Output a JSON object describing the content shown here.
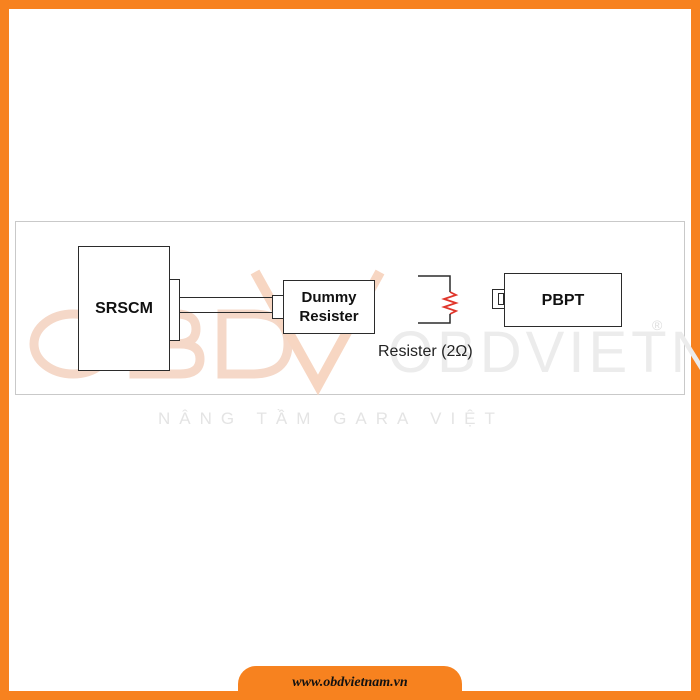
{
  "diagram": {
    "srscm_label": "SRSCM",
    "dummy_label_line1": "Dummy",
    "dummy_label_line2": "Resister",
    "resistor_caption": "Resister (2Ω)",
    "pbpt_label": "PBPT"
  },
  "watermark": {
    "brand": "OBDVIETNAM",
    "tagline": "NÂNG TẦM GARA VIỆT",
    "registered": "®"
  },
  "footer": {
    "website": "www.obdvietnam.vn"
  },
  "colors": {
    "frame": "#f7821f",
    "resistor": "#e0362b",
    "watermark": "#f2c9b3"
  }
}
